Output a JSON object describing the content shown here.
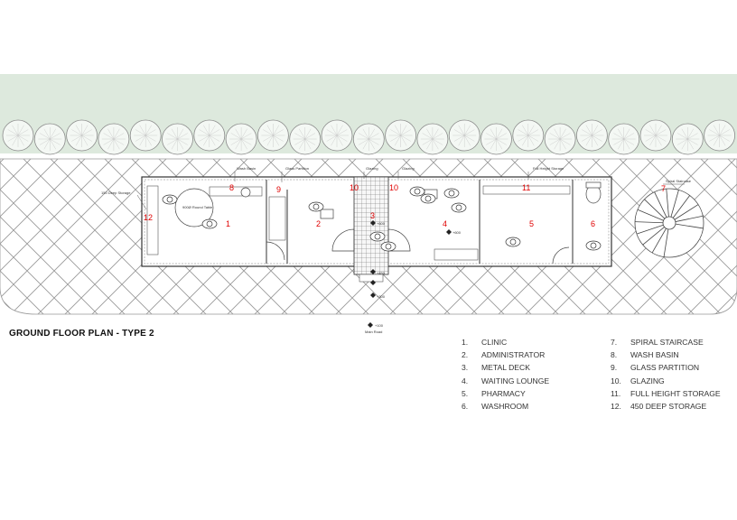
{
  "title": "GROUND FLOOR PLAN - TYPE 2",
  "legend": [
    {
      "num": "1.",
      "label": "CLINIC"
    },
    {
      "num": "2.",
      "label": "ADMINISTRATOR"
    },
    {
      "num": "3.",
      "label": "METAL DECK"
    },
    {
      "num": "4.",
      "label": "WAITING LOUNGE"
    },
    {
      "num": "5.",
      "label": "PHARMACY"
    },
    {
      "num": "6.",
      "label": "WASHROOM"
    },
    {
      "num": "7.",
      "label": "SPIRAL STAIRCASE"
    },
    {
      "num": "8.",
      "label": "WASH BASIN"
    },
    {
      "num": "9.",
      "label": "GLASS PARTITION"
    },
    {
      "num": "10.",
      "label": "GLAZING"
    },
    {
      "num": "11.",
      "label": "FULL HEIGHT STORAGE"
    },
    {
      "num": "12.",
      "label": "450 DEEP STORAGE"
    }
  ],
  "room_numbers": {
    "r1": "1",
    "r2": "2",
    "r3": "3",
    "r4": "4",
    "r5": "5",
    "r6": "6",
    "r7": "7",
    "r8": "8",
    "r9": "9",
    "r10a": "10",
    "r10b": "10",
    "r11": "11",
    "r12": "12"
  },
  "annotations": {
    "wash_basin": "Wash Basin",
    "glass_partition": "Glass Partition",
    "glazing_a": "Glazing",
    "glazing_b": "Glazing",
    "full_height_storage": "Full Height Storage",
    "spiral_staircase": "Spiral Staircase",
    "deep_storage": "150 Deep Storage",
    "round_table": "900Ø Round Table",
    "main_road": "Main Road"
  },
  "levels": {
    "deck": "+600",
    "lounge": "+600",
    "step1": "+450",
    "step2": "+300",
    "road": "+100"
  },
  "colors": {
    "room_number": "#e00000",
    "lawn": "#dde9dd",
    "line": "#444444"
  }
}
